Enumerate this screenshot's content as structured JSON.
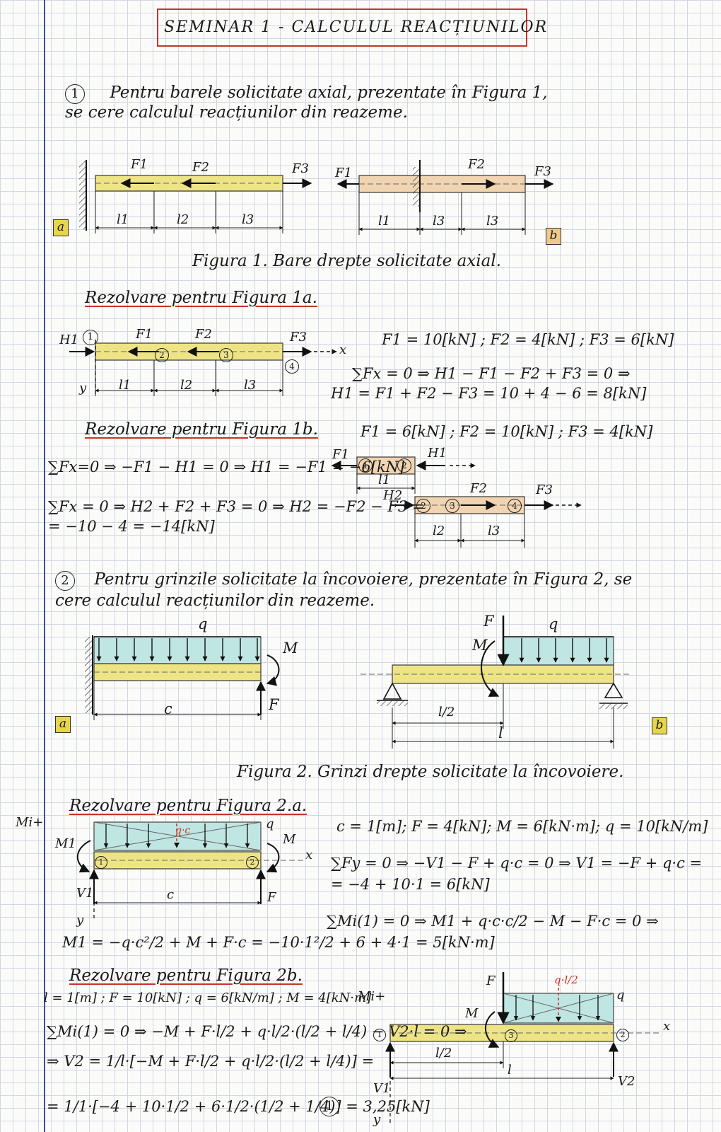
{
  "title": "SEMINAR 1 - CALCULUL REACȚIUNILOR",
  "p1": {
    "number": "1",
    "line1": "Pentru barele solicitate axial, prezentate în Figura 1,",
    "line2": "se cere calculul reacțiunilor din reazeme.",
    "tag_a": "a",
    "tag_b": "b",
    "caption": "Figura 1. Bare drepte solicitate axial.",
    "fig": {
      "F1": "F1",
      "F2": "F2",
      "F3": "F3",
      "l1": "l1",
      "l2": "l2",
      "l3": "l3"
    }
  },
  "sol1a": {
    "heading": "Rezolvare pentru Figura 1a.",
    "H1": "H1",
    "x": "x",
    "y": "y",
    "n1": "1",
    "n2": "2",
    "n3": "3",
    "n4": "4",
    "values": "F1 = 10[kN] ; F2 = 4[kN] ; F3 = 6[kN]",
    "eq1": "∑Fx = 0 ⇒ H1 − F1 − F2 + F3 = 0 ⇒",
    "eq2": "H1 = F1 + F2 − F3 = 10 + 4 − 6 = 8[kN]"
  },
  "sol1b": {
    "heading": "Rezolvare pentru Figura 1b.",
    "values": "F1 = 6[kN] ; F2 = 10[kN] ; F3 = 4[kN]",
    "eq1": "∑Fx=0 ⇒ −F1 − H1 = 0 ⇒ H1 = −F1 = −6[kN]",
    "eq2": "∑Fx = 0 ⇒ H2 + F2 + F3 = 0 ⇒ H2 = −F2 − F3 =",
    "eq3": "= −10 − 4 = −14[kN]",
    "H1": "H1",
    "H2": "H2"
  },
  "p2": {
    "number": "2",
    "line1": "Pentru grinzile solicitate la încovoiere, prezentate în Figura 2, se",
    "line2": "cere calculul reacțiunilor din reazeme.",
    "tag_a": "a",
    "tag_b": "b",
    "q": "q",
    "M": "M",
    "F": "F",
    "c": "c",
    "l_half": "l/2",
    "l": "l",
    "caption": "Figura 2. Grinzi drepte solicitate la încovoiere."
  },
  "sol2a": {
    "heading": "Rezolvare pentru Figura 2.a.",
    "Mi": "Mi+",
    "qc": "q·c",
    "M1": "M1",
    "V1": "V1",
    "values": "c = 1[m]; F = 4[kN]; M = 6[kN·m]; q = 10[kN/m]",
    "eq1": "∑Fy = 0 ⇒ −V1 − F + q·c = 0 ⇒ V1 = −F + q·c =",
    "eq2": "= −4 + 10·1 = 6[kN]",
    "eq3": "∑Mi(1) = 0 ⇒ M1 + q·c·c/2 − M − F·c = 0 ⇒",
    "eq4": "M1 = −q·c²/2 + M + F·c = −10·1²/2 + 6 + 4·1 = 5[kN·m]"
  },
  "sol2b": {
    "heading": "Rezolvare pentru Figura 2b.",
    "values": "l = 1[m] ; F = 10[kN] ; q = 6[kN/m] ; M = 4[kN·m]",
    "Mi": "Mi+",
    "eq1": "∑Mi(1) = 0 ⇒ −M + F·l/2 + q·l/2·(l/2 + l/4) − V2·l = 0 ⇒",
    "eq2": "⇒ V2 = 1/l·[−M + F·l/2 + q·l/2·(l/2 + l/4)] =",
    "eq3": "= 1/1·[−4 + 10·1/2 + 6·1/2·(1/2 + 1/4)] = 3,25[kN]",
    "eq_num": "1",
    "ql2": "q·l/2",
    "V1": "V1",
    "V2": "V2"
  }
}
